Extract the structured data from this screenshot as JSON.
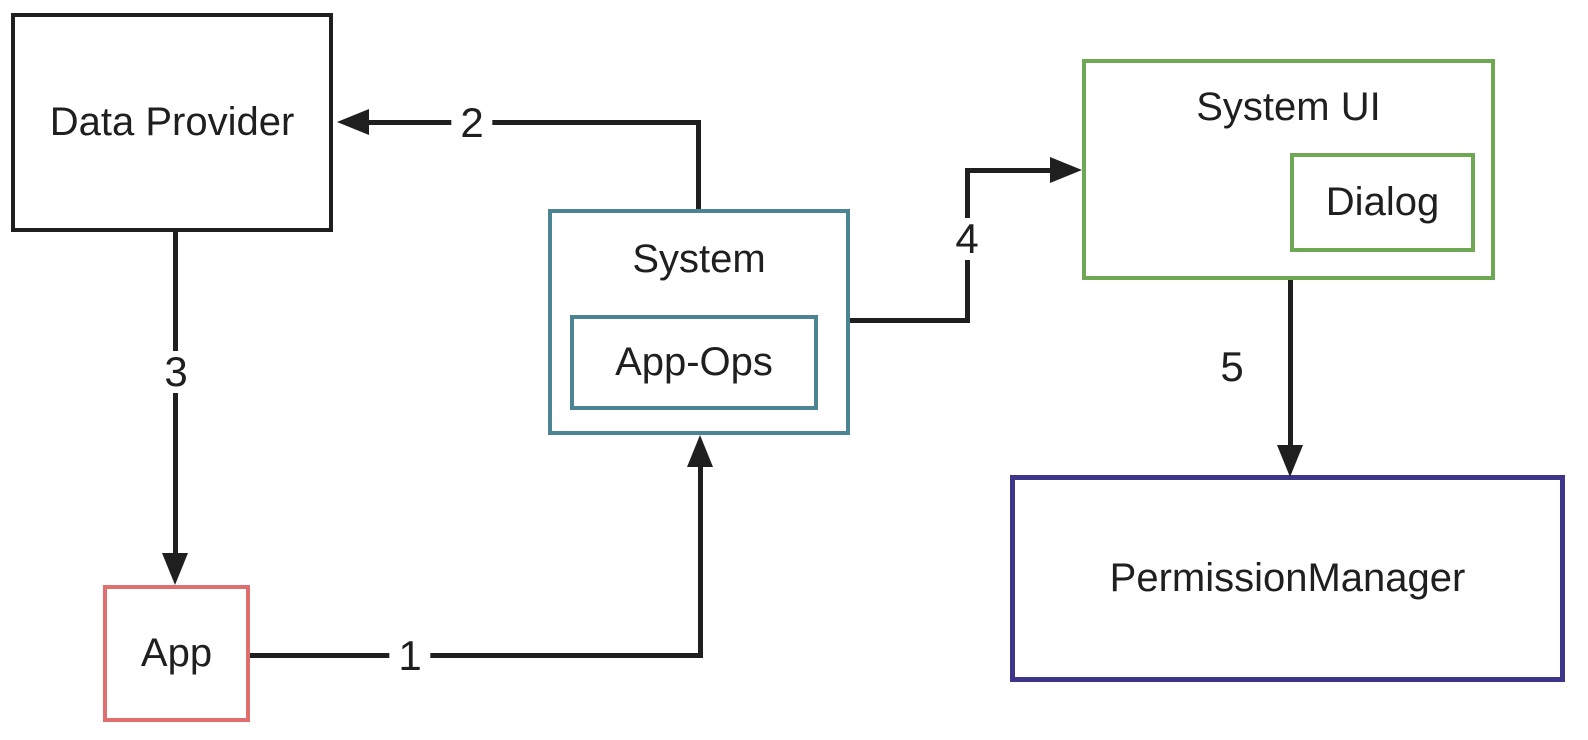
{
  "diagram": {
    "line_color": "#1f1f1f",
    "nodes": {
      "data_provider": {
        "label": "Data Provider",
        "border_color": "#1f1f1f"
      },
      "app": {
        "label": "App",
        "border_color": "#df6e6e"
      },
      "system": {
        "label": "System",
        "border_color": "#4d8494"
      },
      "app_ops": {
        "label": "App-Ops",
        "border_color": "#4d8494"
      },
      "system_ui": {
        "label": "System UI",
        "border_color": "#6fa855"
      },
      "dialog": {
        "label": "Dialog",
        "border_color": "#6fa855"
      },
      "permission_manager": {
        "label": "PermissionManager",
        "border_color": "#3d3589"
      }
    },
    "edges": {
      "step1": {
        "label": "1",
        "from": "app",
        "to": "system"
      },
      "step2": {
        "label": "2",
        "from": "system",
        "to": "data_provider"
      },
      "step3": {
        "label": "3",
        "from": "data_provider",
        "to": "app"
      },
      "step4": {
        "label": "4",
        "from": "system",
        "to": "system_ui"
      },
      "step5": {
        "label": "5",
        "from": "system_ui",
        "to": "permission_manager"
      }
    }
  }
}
